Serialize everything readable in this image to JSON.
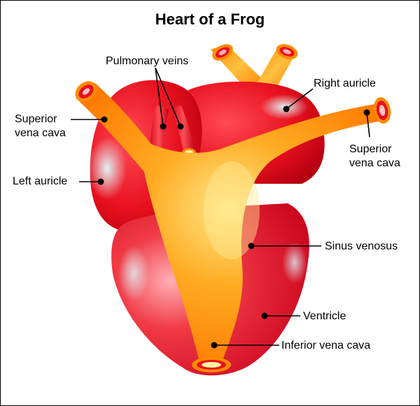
{
  "title": "Heart of a Frog",
  "colors": {
    "auricle": "#e8101e",
    "auricle_highlight": "#bff4f7",
    "sinus": "#ff8c00",
    "sinus_highlight": "#ffe98a",
    "vessel_lumen": "#fff7a0",
    "leader": "#000000"
  },
  "labels": {
    "pulmonary_veins": "Pulmonary veins",
    "right_auricle": "Right auricle",
    "superior_vena_cava_left": "Superior\nvena cava",
    "superior_vena_cava_right": "Superior\nvena cava",
    "left_auricle": "Left auricle",
    "sinus_venosus": "Sinus venosus",
    "ventricle": "Ventricle",
    "inferior_vena_cava": "Inferior vena cava"
  }
}
